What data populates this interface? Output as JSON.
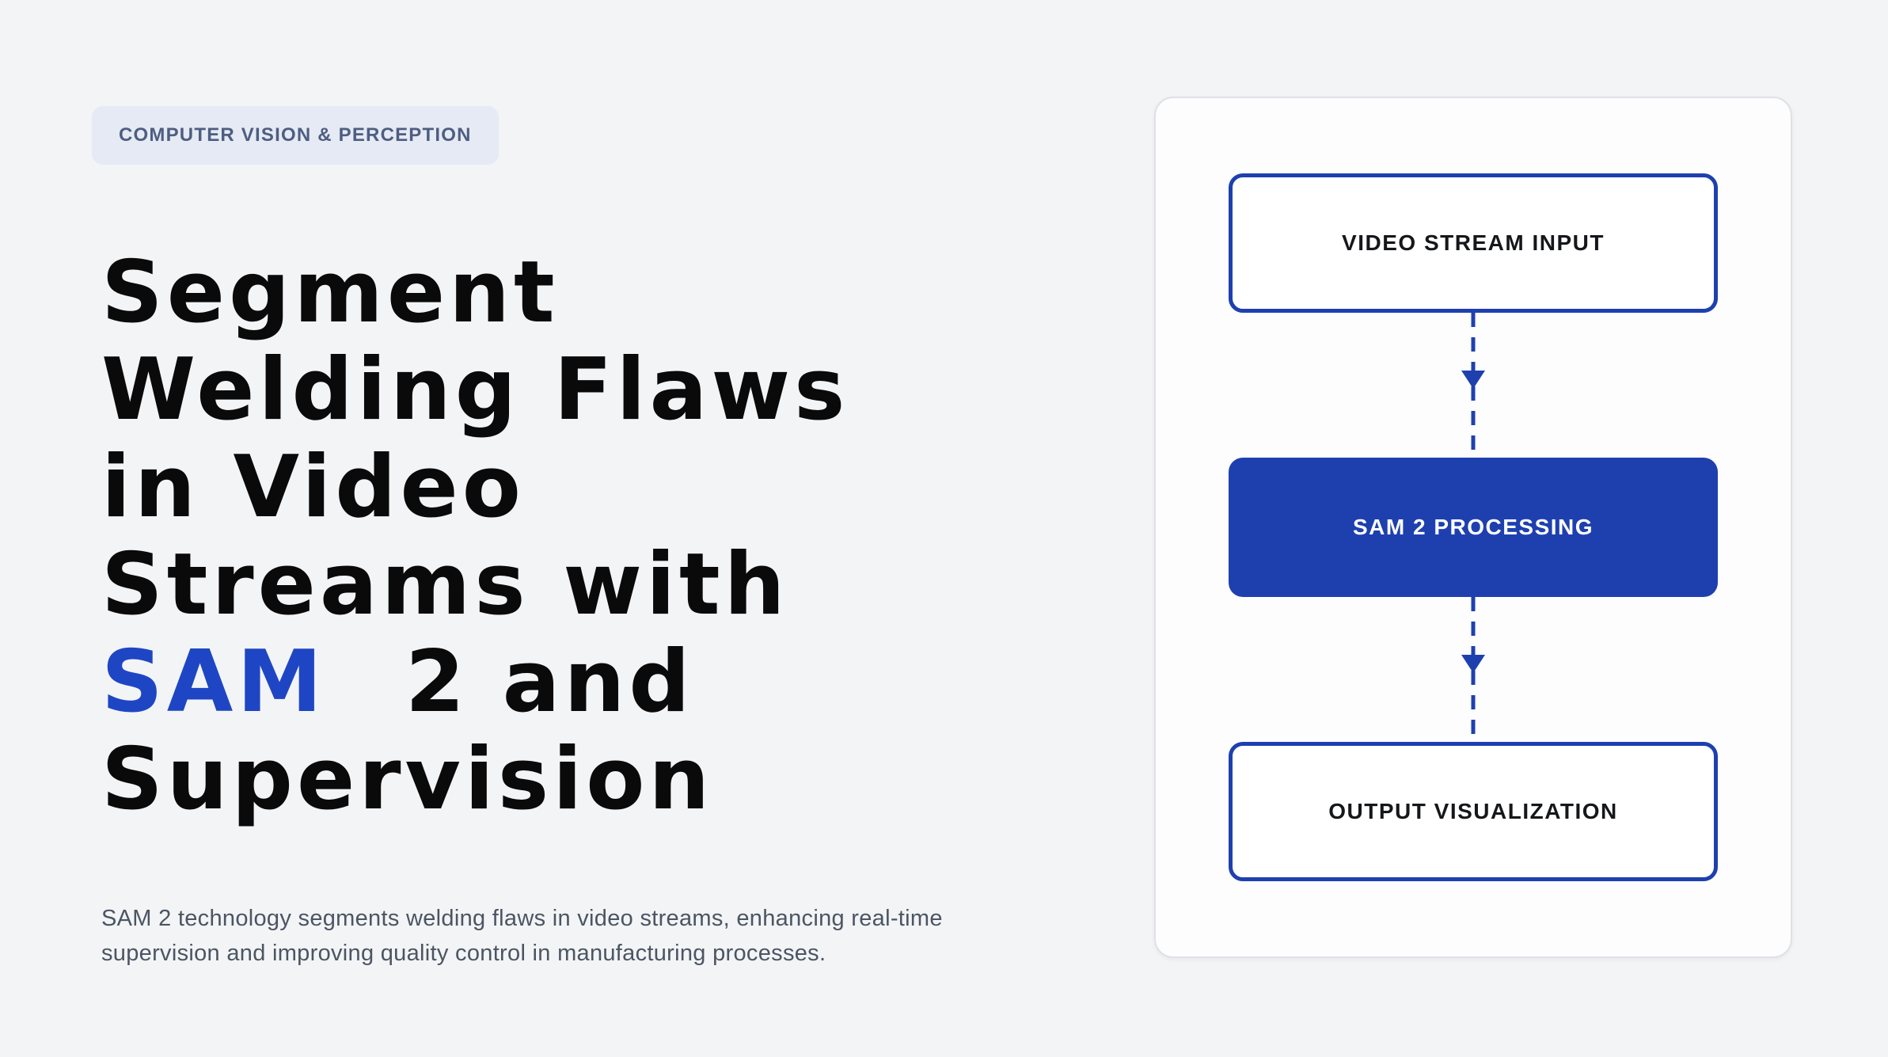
{
  "badge": {
    "label": "COMPUTER VISION & PERCEPTION"
  },
  "heading": {
    "line1": "Segment",
    "line2": "Welding Flaws",
    "line3": "in Video",
    "line4": "Streams with",
    "line5_link": "SAM",
    "line5_rest": "2 and",
    "line6": "Supervision"
  },
  "intro": {
    "text": "SAM 2 technology segments welding flaws in video streams, enhancing real-time supervision and improving quality control in manufacturing processes."
  },
  "diagram": {
    "nodes": [
      {
        "id": "video-stream-input",
        "label": "VIDEO STREAM INPUT",
        "style": "outline"
      },
      {
        "id": "sam-2-processing",
        "label": "SAM 2 PROCESSING",
        "style": "filled"
      },
      {
        "id": "output-visualization",
        "label": "OUTPUT VISUALIZATION",
        "style": "outline"
      }
    ],
    "connector_style": "dashed-arrow-down"
  },
  "colors": {
    "page_bg": "#f3f4f6",
    "badge_bg": "#e5eaf5",
    "badge_text": "#4e5e80",
    "heading_text": "#0a0a0b",
    "link_blue": "#1e46c4",
    "diagram_accent": "#1e40af",
    "card_bg": "#fdfdfe",
    "card_border": "#e0e1e5",
    "node_text_dark": "#15171a",
    "node_text_light": "#ffffff",
    "paragraph_text": "#4b5563"
  }
}
